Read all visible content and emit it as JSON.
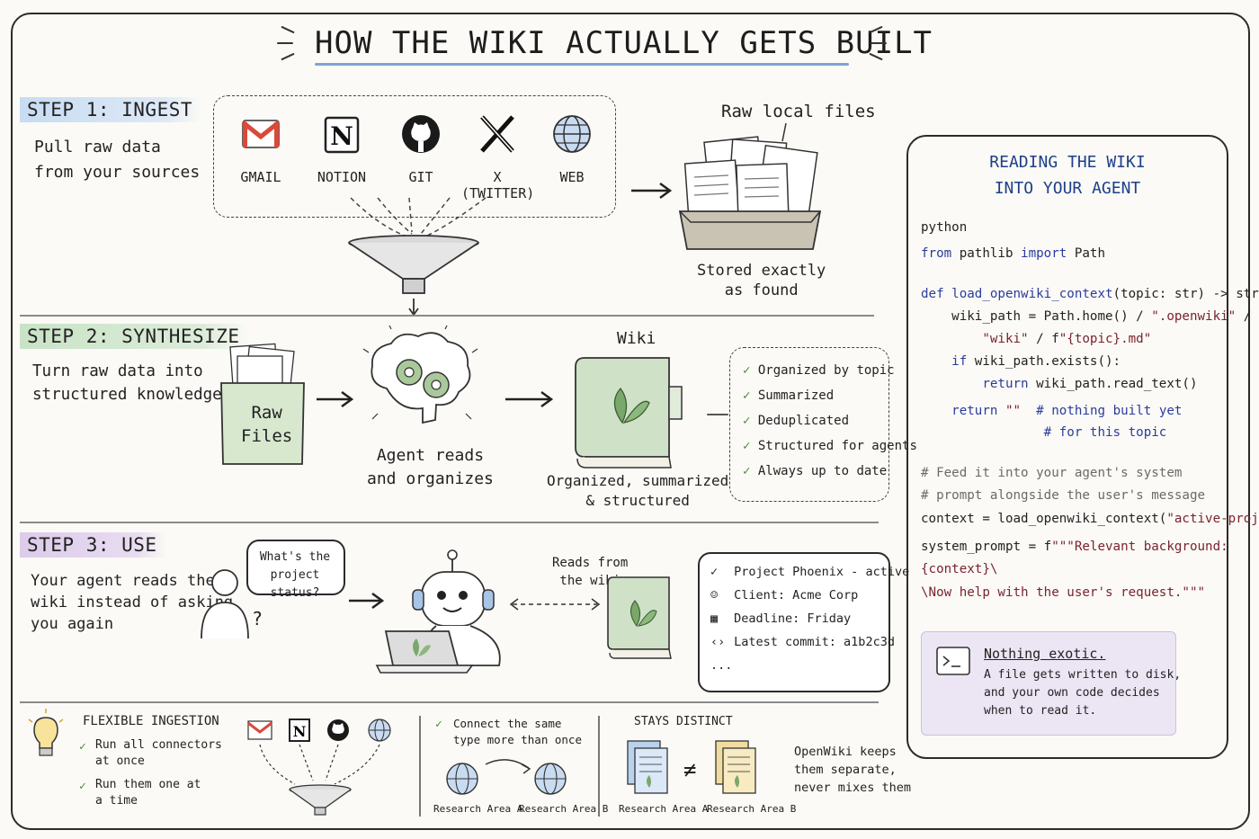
{
  "title": "HOW THE WIKI ACTUALLY GETS BUILT",
  "step1": {
    "label": "STEP 1: INGEST",
    "desc": "Pull raw data\nfrom your sources",
    "sources": [
      "GMAIL",
      "NOTION",
      "GIT",
      "X (TWITTER)",
      "WEB"
    ],
    "raw_label": "Raw local files",
    "stored_label": "Stored exactly\nas found"
  },
  "step2": {
    "label": "STEP 2: SYNTHESIZE",
    "desc": "Turn raw data into\nstructured knowledge",
    "raw_files": "Raw\nFiles",
    "agent_label": "Agent reads\nand organizes",
    "wiki_title": "Wiki",
    "wiki_caption": "Organized, summarized\n& structured",
    "checklist": [
      "Organized by topic",
      "Summarized",
      "Deduplicated",
      "Structured for agents",
      "Always up to date"
    ]
  },
  "step3": {
    "label": "STEP 3: USE",
    "desc": "Your agent reads the\nwiki instead of asking\nyou again",
    "question": "What's the\nproject status?",
    "question_mark": "?",
    "reads_from": "Reads from\nthe wiki",
    "status_items": [
      {
        "icon": "check-circle-icon",
        "text": "Project Phoenix - active"
      },
      {
        "icon": "people-icon",
        "text": "Client: Acme Corp"
      },
      {
        "icon": "calendar-icon",
        "text": "Deadline: Friday"
      },
      {
        "icon": "code-icon",
        "text": "Latest commit: a1b2c3d"
      }
    ],
    "ellipsis": "..."
  },
  "bottom": {
    "flex_title": "FLEXIBLE INGESTION",
    "flex_items": [
      "Run all connectors\nat once",
      "Run them one at\na time"
    ],
    "connect_text": "Connect the same\ntype more than once",
    "research_a": "Research Area A",
    "research_b": "Research Area B",
    "distinct_title": "STAYS DISTINCT",
    "neq": "≠",
    "openwiki_text": "OpenWiki keeps\nthem separate,\nnever mixes them"
  },
  "code_panel": {
    "heading": "READING THE WIKI\nINTO YOUR AGENT",
    "lang": "python",
    "exotic_title": "Nothing exotic.",
    "exotic_body": "A file gets written to disk,\nand your own code decides\nwhen to read it."
  },
  "colors": {
    "step1": "#c7dcf2",
    "step2": "#c9e3c6",
    "step3": "#dccbea",
    "book": "#cfe2c8",
    "code_keyword": "#2a3c9e",
    "code_string": "#7a2330",
    "exotic_bg": "#ece5f4"
  }
}
